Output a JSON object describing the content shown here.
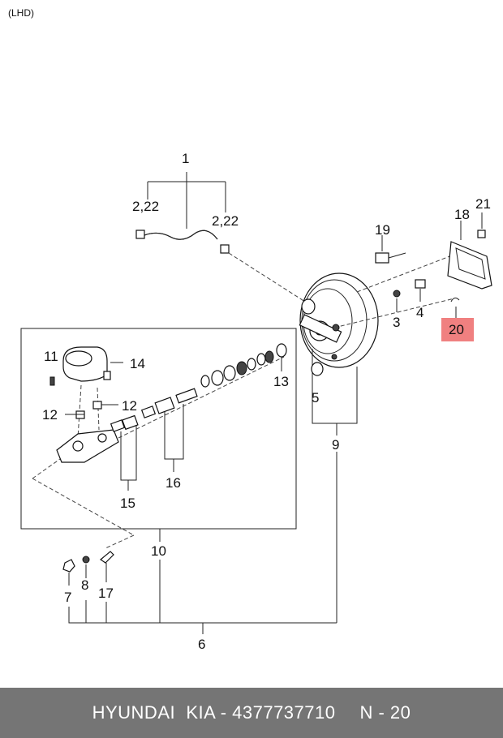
{
  "variant_note": "(LHD)",
  "callouts": {
    "c1": "1",
    "c2_22_left": "2,22",
    "c2_22_right": "2,22",
    "c3": "3",
    "c4": "4",
    "c5": "5",
    "c6": "6",
    "c7": "7",
    "c8": "8",
    "c9": "9",
    "c10": "10",
    "c11": "11",
    "c12_left": "12",
    "c12_right": "12",
    "c13": "13",
    "c14": "14",
    "c15": "15",
    "c16": "16",
    "c17": "17",
    "c18": "18",
    "c19": "19",
    "c20": "20",
    "c21": "21"
  },
  "highlight": {
    "part": "20",
    "color": "#f08080"
  },
  "footer": {
    "brand": "HYUNDAI  KIA - 4377737710",
    "page": "N - 20",
    "background": "#757575"
  }
}
